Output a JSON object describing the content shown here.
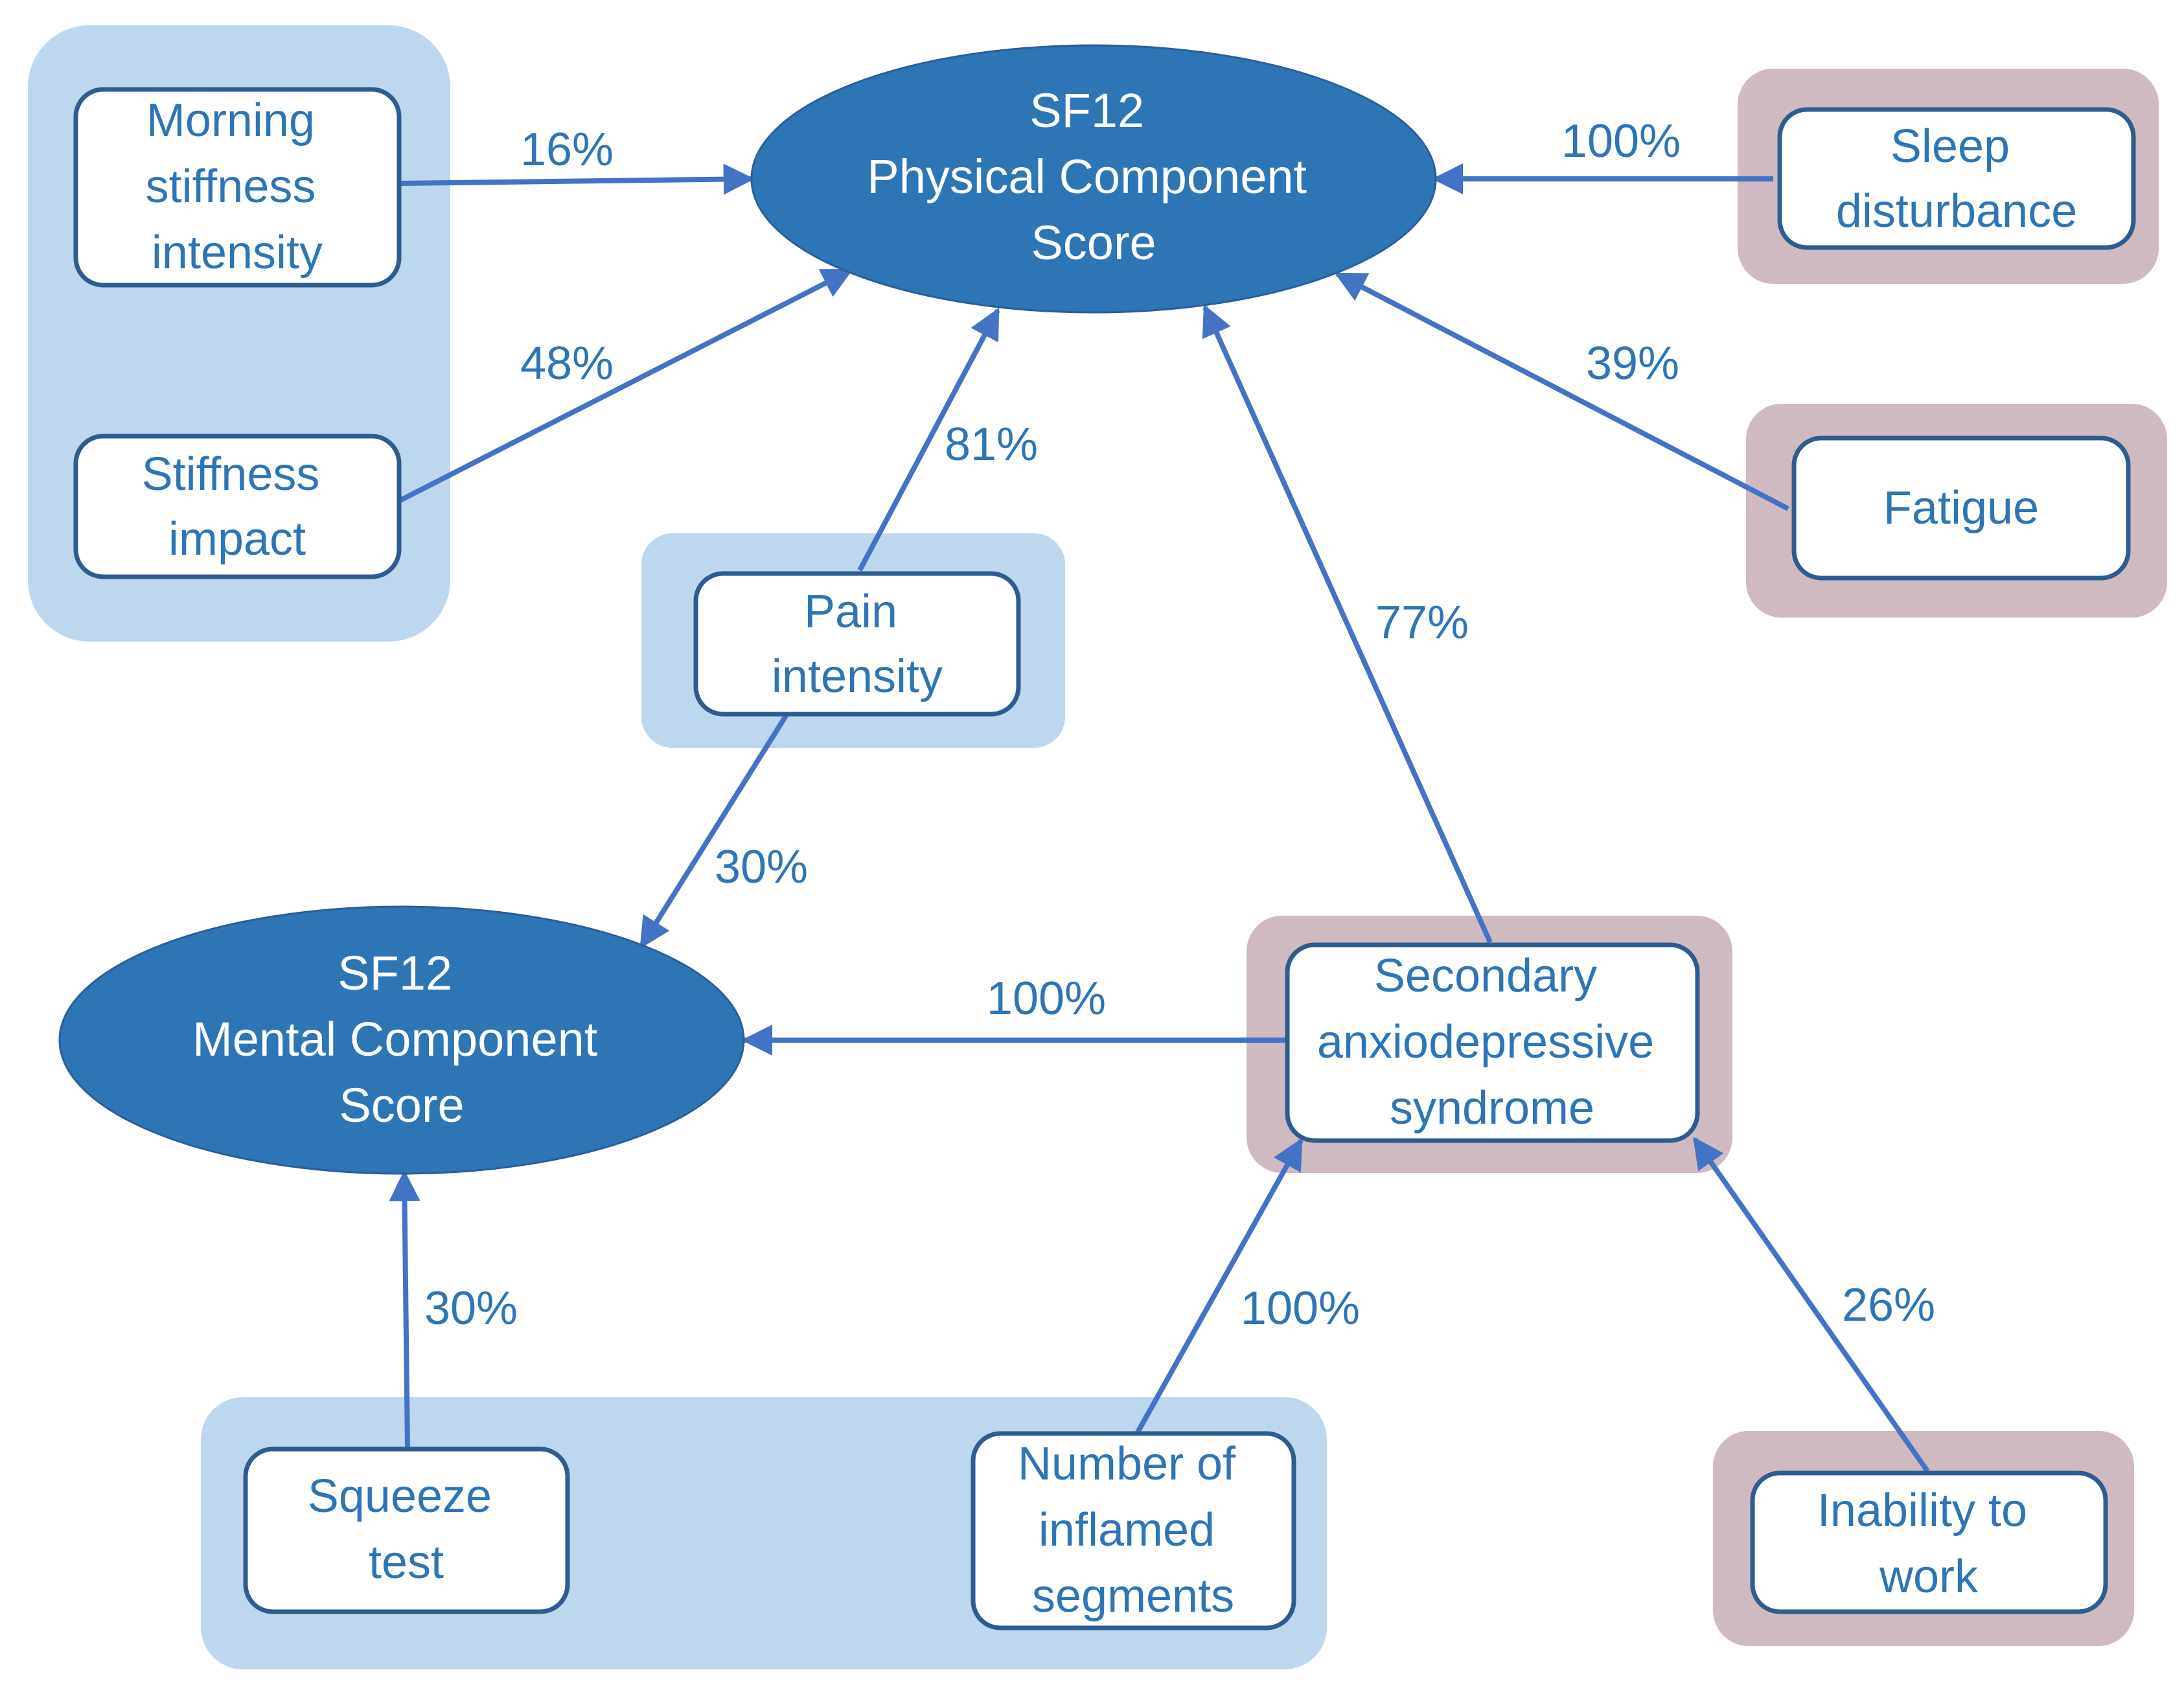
{
  "colors": {
    "group_blue": "#bdd7ee",
    "group_mauve": "#cfbac2",
    "node_border": "#2e5c8f",
    "node_text": "#2e75b6",
    "outcome_fill": "#2e75b6",
    "outcome_text": "#ffffff",
    "arrow": "#4472c4",
    "edge_label": "#2e75b6"
  },
  "outcomes": {
    "pcs": {
      "lines": [
        "SF12",
        "Physical Component",
        "Score"
      ]
    },
    "mcs": {
      "lines": [
        "SF12",
        "Mental Component",
        "Score"
      ]
    }
  },
  "nodes": {
    "morning_stiffness": {
      "lines": [
        "Morning",
        "stiffness",
        "intensity"
      ]
    },
    "stiffness_impact": {
      "lines": [
        "Stiffness",
        "impact"
      ]
    },
    "pain_intensity": {
      "lines": [
        "Pain",
        "intensity"
      ]
    },
    "sleep_disturbance": {
      "lines": [
        "Sleep",
        "disturbance"
      ]
    },
    "fatigue": {
      "lines": [
        "Fatigue"
      ]
    },
    "anxiodepressive": {
      "lines": [
        "Secondary",
        "anxiodepressive",
        "syndrome"
      ]
    },
    "squeeze_test": {
      "lines": [
        "Squeeze",
        "test"
      ]
    },
    "inflamed_segments": {
      "lines": [
        "Number of",
        "inflamed",
        "segments"
      ]
    },
    "inability_to_work": {
      "lines": [
        "Inability to",
        "work"
      ]
    }
  },
  "edges": [
    {
      "from": "Morning stiffness intensity",
      "to": "SF12 Physical Component Score",
      "label": "16%"
    },
    {
      "from": "Stiffness impact",
      "to": "SF12 Physical Component Score",
      "label": "48%"
    },
    {
      "from": "Pain intensity",
      "to": "SF12 Physical Component Score",
      "label": "81%"
    },
    {
      "from": "Secondary anxiodepressive syndrome",
      "to": "SF12 Physical Component Score",
      "label": "77%"
    },
    {
      "from": "Sleep disturbance",
      "to": "SF12 Physical Component Score",
      "label": "100%"
    },
    {
      "from": "Fatigue",
      "to": "SF12 Physical Component Score",
      "label": "39%"
    },
    {
      "from": "Pain intensity",
      "to": "SF12 Mental Component Score",
      "label": "30%"
    },
    {
      "from": "Secondary anxiodepressive syndrome",
      "to": "SF12 Mental Component Score",
      "label": "100%"
    },
    {
      "from": "Squeeze test",
      "to": "SF12 Mental Component Score",
      "label": "30%"
    },
    {
      "from": "Number of inflamed segments",
      "to": "Secondary anxiodepressive syndrome",
      "label": "100%"
    },
    {
      "from": "Inability to work",
      "to": "Secondary anxiodepressive syndrome",
      "label": "26%"
    }
  ]
}
